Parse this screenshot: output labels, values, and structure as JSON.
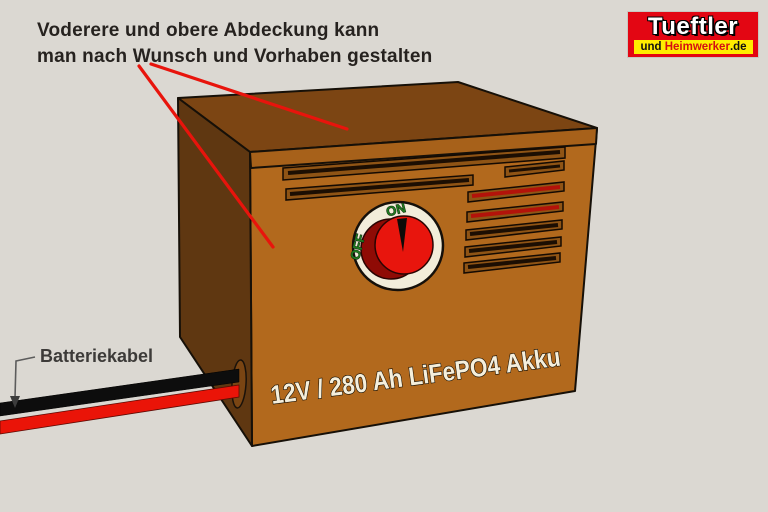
{
  "annotations": {
    "top_note_line1": "Voderere und obere Abdeckung kann",
    "top_note_line2": "man nach Wunsch und Vorhaben gestalten",
    "battery_cable_label": "Batteriekabel"
  },
  "logo": {
    "title": "Tueftler",
    "subtitle_prefix": "und ",
    "subtitle_brand": "Heimwerker",
    "subtitle_suffix": ".de"
  },
  "device": {
    "front_label": "12V / 280 Ah LiFePO4 Akku",
    "switch": {
      "on_label": "ON",
      "off_label": "OFF",
      "position": "ON"
    },
    "cables": [
      "black",
      "red"
    ]
  },
  "colors": {
    "background": "#dbd8d2",
    "box_front": "#b2691d",
    "box_top": "#7c4513",
    "box_left": "#5f3711",
    "annotation_red": "#e8140c",
    "knob_red": "#e8150d",
    "switch_text_green": "#1f7a1f",
    "logo_red": "#e30613",
    "logo_yellow": "#ffed00"
  }
}
